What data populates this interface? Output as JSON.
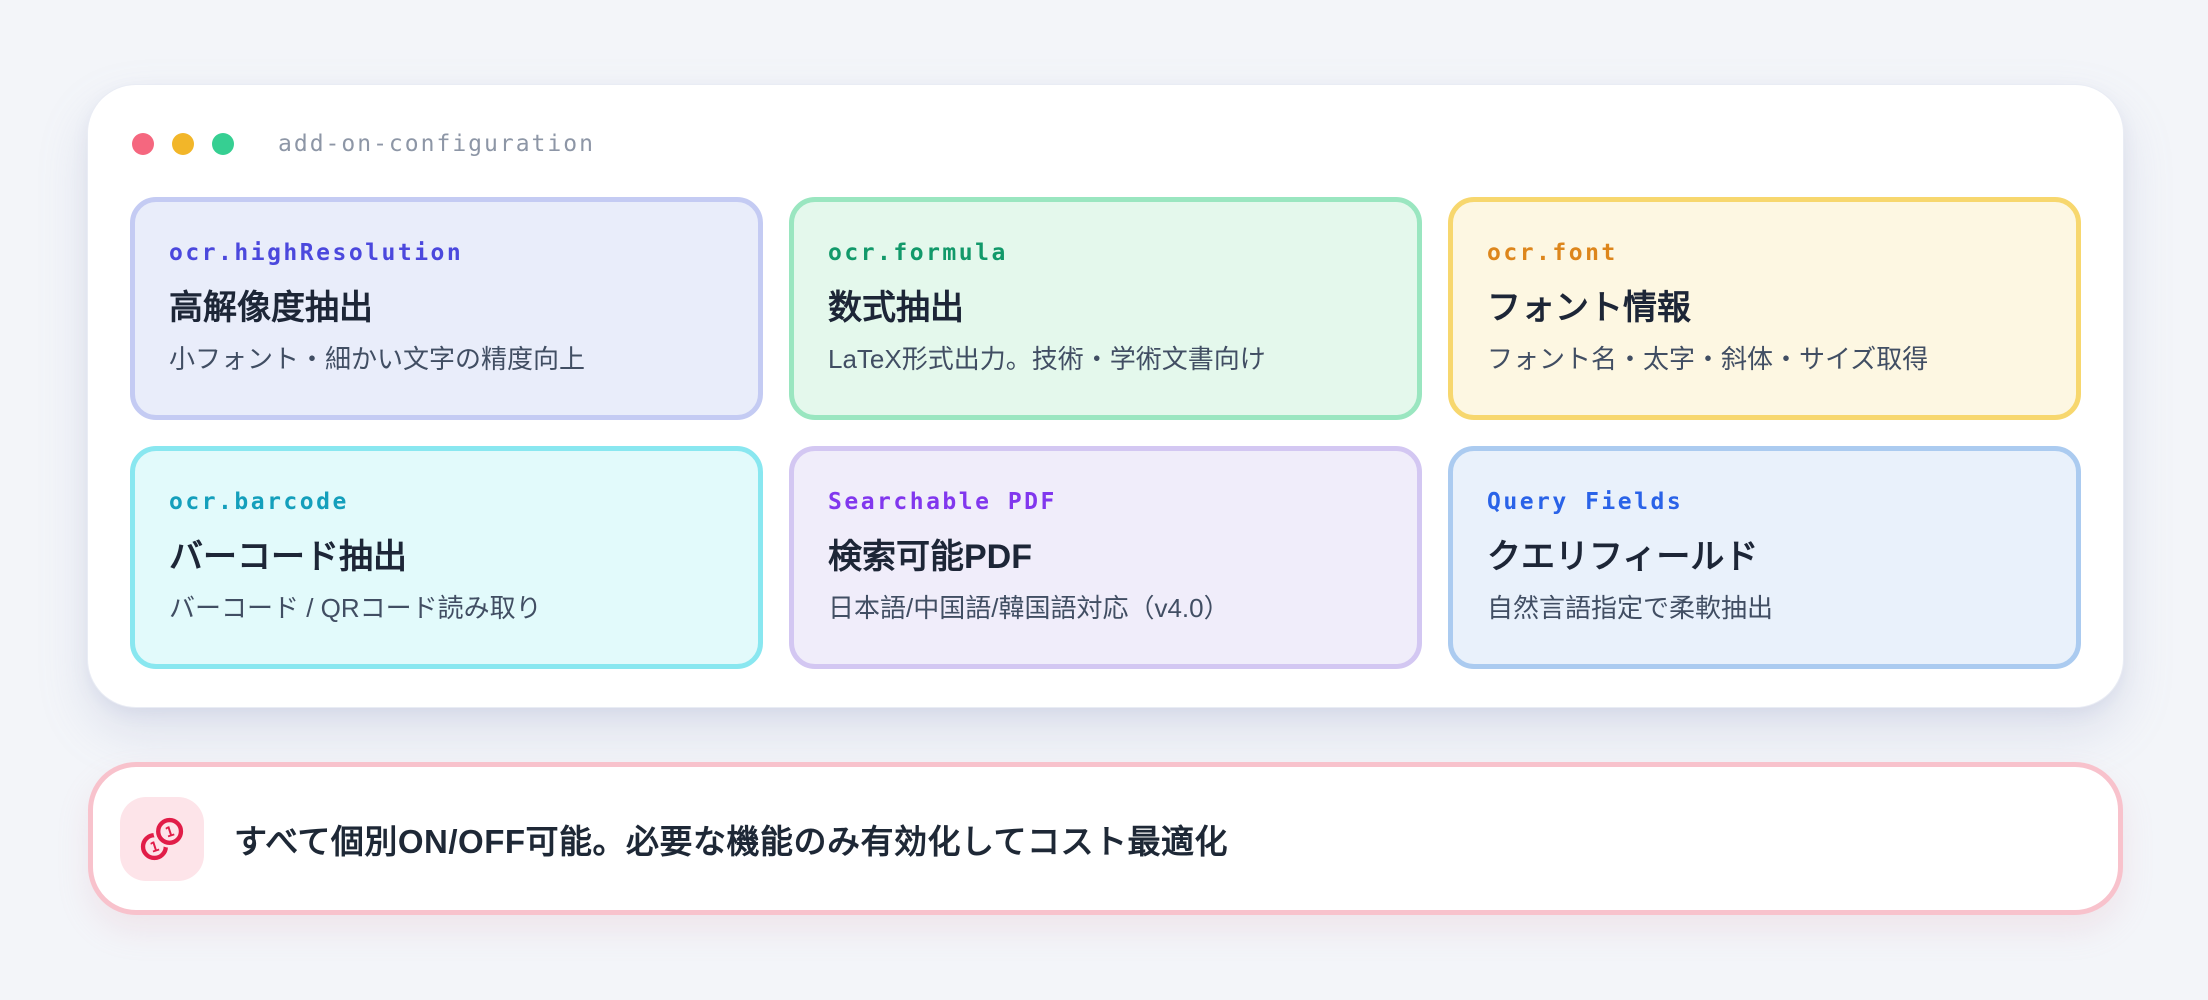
{
  "window": {
    "title": "add-on-configuration",
    "traffic_lights": [
      {
        "name": "close",
        "color": "#f5677f"
      },
      {
        "name": "minimize",
        "color": "#f2b629"
      },
      {
        "name": "zoom",
        "color": "#36cf92"
      }
    ]
  },
  "cards": [
    {
      "code": "ocr.highResolution",
      "title": "高解像度抽出",
      "description": "小フォント・細かい文字の精度向上",
      "colors": {
        "accent": "#4b48dd",
        "background": "#e9edfa",
        "border": "#c4cbf3"
      }
    },
    {
      "code": "ocr.formula",
      "title": "数式抽出",
      "description": "LaTeX形式出力。技術・学術文書向け",
      "colors": {
        "accent": "#12996a",
        "background": "#e4f8ec",
        "border": "#9ae6c0"
      }
    },
    {
      "code": "ocr.font",
      "title": "フォント情報",
      "description": "フォント名・太字・斜体・サイズ取得",
      "colors": {
        "accent": "#dd861c",
        "background": "#fdf7e2",
        "border": "#f7d76e"
      }
    },
    {
      "code": "ocr.barcode",
      "title": "バーコード抽出",
      "description": "バーコード / QRコード読み取り",
      "colors": {
        "accent": "#149fbc",
        "background": "#e2fafb",
        "border": "#89e7f0"
      }
    },
    {
      "code": "Searchable PDF",
      "title": "検索可能PDF",
      "description": "日本語/中国語/韓国語対応（v4.0）",
      "colors": {
        "accent": "#8137ee",
        "background": "#f0edfa",
        "border": "#d3c7f2"
      }
    },
    {
      "code": "Query Fields",
      "title": "クエリフィールド",
      "description": "自然言語指定で柔軟抽出",
      "colors": {
        "accent": "#2a63e8",
        "background": "#e9f1fb",
        "border": "#abcbf0"
      }
    }
  ],
  "banner": {
    "text": "すべて個別ON/OFF可能。必要な機能のみ有効化してコスト最適化",
    "icon": "binary-toggle-icon",
    "icon_digits": [
      "1",
      "1"
    ],
    "colors": {
      "accent": "#e11d48",
      "icon_background": "#fde4e9",
      "border": "#f8c2cc"
    }
  }
}
